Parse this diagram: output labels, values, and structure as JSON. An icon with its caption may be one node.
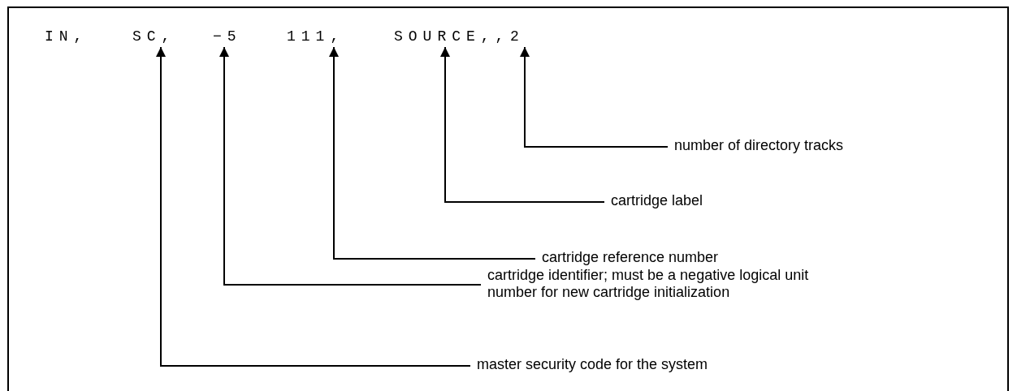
{
  "diagram": {
    "nodes": [
      {
        "text": [
          "SC,"
        ]
      },
      {
        "text": [
          "−5"
        ]
      },
      {
        "text": [
          "111,"
        ]
      },
      {
        "text": [
          "SOURCE,,"
        ]
      },
      {
        "text": [
          "2"
        ]
      },
      {
        "text": [
          "number of directory tracks"
        ]
      },
      {
        "text": [
          "cartridge label"
        ]
      },
      {
        "text": [
          "cartridge reference number"
        ]
      },
      {
        "text": [
          "cartridge identifier; must be a negative logical unit number for new cartridge initialization"
        ]
      },
      {
        "text": [
          "master security code for the system"
        ]
      }
    ],
    "edges": [
      {
        "from": 5,
        "to": 4,
        "arrow": "to"
      },
      {
        "from": 6,
        "to": 3,
        "arrow": "to"
      },
      {
        "from": 7,
        "to": 2,
        "arrow": "to"
      },
      {
        "from": 8,
        "to": 1,
        "arrow": "to"
      },
      {
        "from": 9,
        "to": 0,
        "arrow": "to"
      }
    ],
    "labels": [
      "IN,"
    ]
  }
}
